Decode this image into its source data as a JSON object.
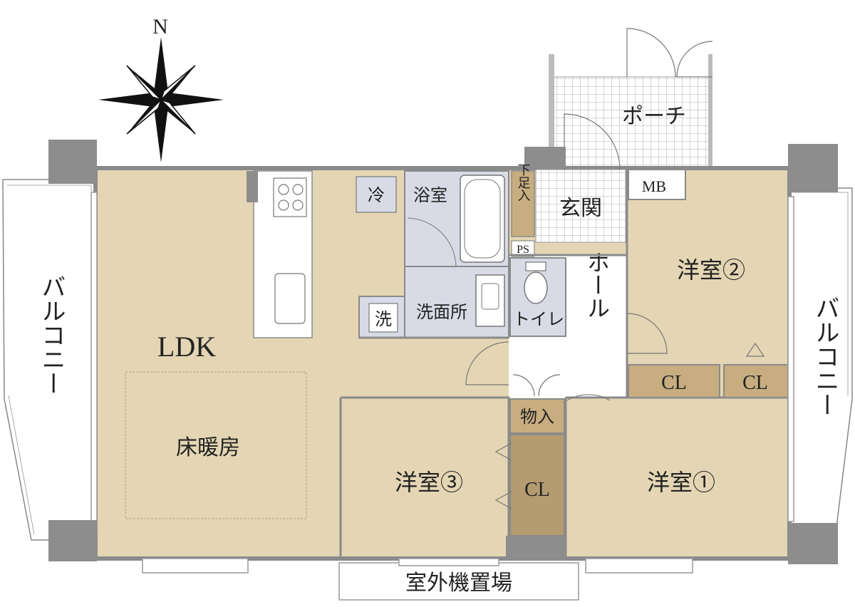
{
  "compass": {
    "north": "N"
  },
  "rooms": {
    "ldk": "LDK",
    "floor_heating": "床暖房",
    "fridge": "冷",
    "bath": "浴室",
    "washroom": "洗面所",
    "washer": "洗",
    "toilet": "トイレ",
    "shoe_storage": "下足入",
    "entrance": "玄関",
    "ps": "PS",
    "mb": "MB",
    "porch": "ポーチ",
    "hall": "ホール",
    "storage": "物入",
    "cl_center": "CL",
    "cl_room2_left": "CL",
    "cl_room2_right": "CL",
    "room1": "洋室①",
    "room2": "洋室②",
    "room3": "洋室③",
    "balcony_left": "バルコニー",
    "balcony_right": "バルコニー",
    "outdoor_unit_space": "室外機置場"
  },
  "colors": {
    "room_fill": "#e4d6b4",
    "wet_fill": "#d8dbe6",
    "closet_fill": "#c7ad80",
    "wall": "#8a8a8a",
    "column": "#8d8d8d",
    "tile": "#9a9a9a",
    "hall_fill": "#ffffff"
  }
}
